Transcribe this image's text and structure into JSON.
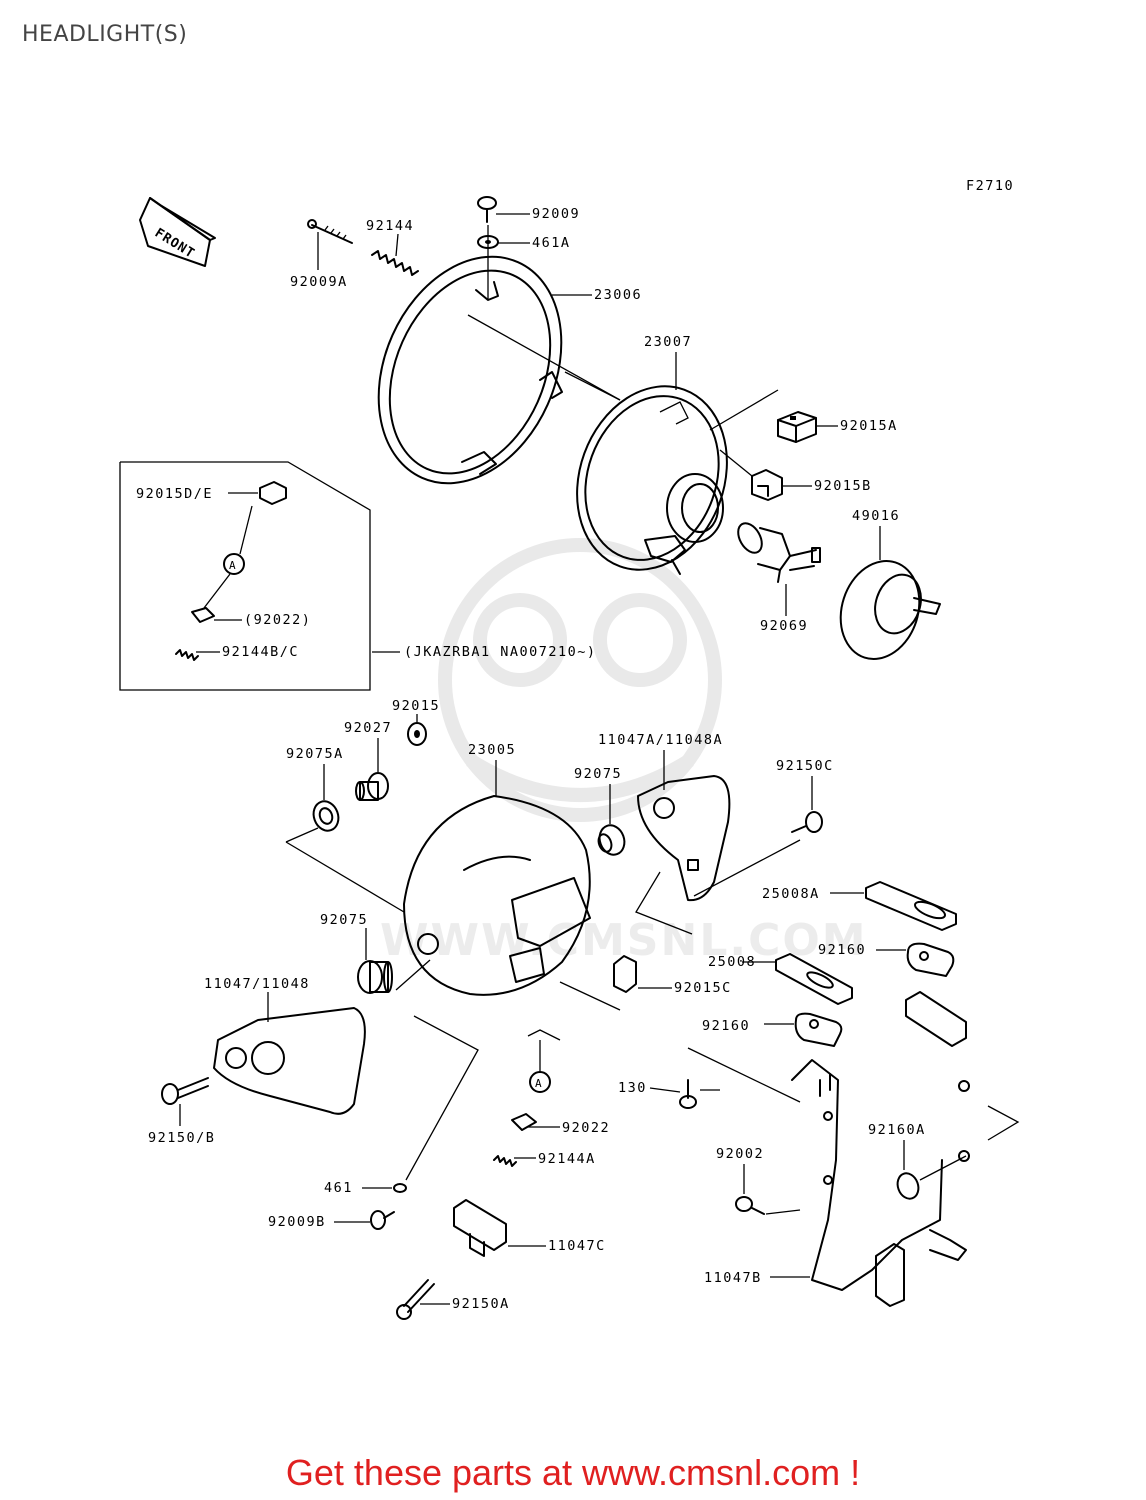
{
  "page": {
    "title": "HEADLIGHT(S)",
    "figure_code": "F2710",
    "footer_link": "Get these parts at www.cmsnl.com !"
  },
  "watermark": {
    "text": "WWW.CMSNL.COM"
  },
  "orientation": {
    "label": "FRONT"
  },
  "callout": {
    "label": "A",
    "variant_note": "(JKAZRBA1 NA007210~)"
  },
  "parts": {
    "p92009": "92009",
    "p461A": "461A",
    "p92144": "92144",
    "p92009A": "92009A",
    "p23006": "23006",
    "p23007": "23007",
    "p92015A": "92015A",
    "p92015B": "92015B",
    "p49016": "49016",
    "p92069": "92069",
    "p92015DE": "92015D/E",
    "p92022p": "(92022)",
    "p92144BC": "92144B/C",
    "p92015": "92015",
    "p92027": "92027",
    "p92075A": "92075A",
    "p23005": "23005",
    "p11047A11048A": "11047A/11048A",
    "p92075_1": "92075",
    "p92150C": "92150C",
    "p25008A": "25008A",
    "p92075_2": "92075",
    "p92160_1": "92160",
    "p25008": "25008",
    "p92015C": "92015C",
    "p11047_11048": "11047/11048",
    "p92160_2": "92160",
    "p130": "130",
    "p92150B": "92150/B",
    "p92022": "92022",
    "p92160A": "92160A",
    "p92144A": "92144A",
    "p92002": "92002",
    "p461": "461",
    "p92009B": "92009B",
    "p11047C": "11047C",
    "p11047B": "11047B",
    "p92150A": "92150A"
  }
}
